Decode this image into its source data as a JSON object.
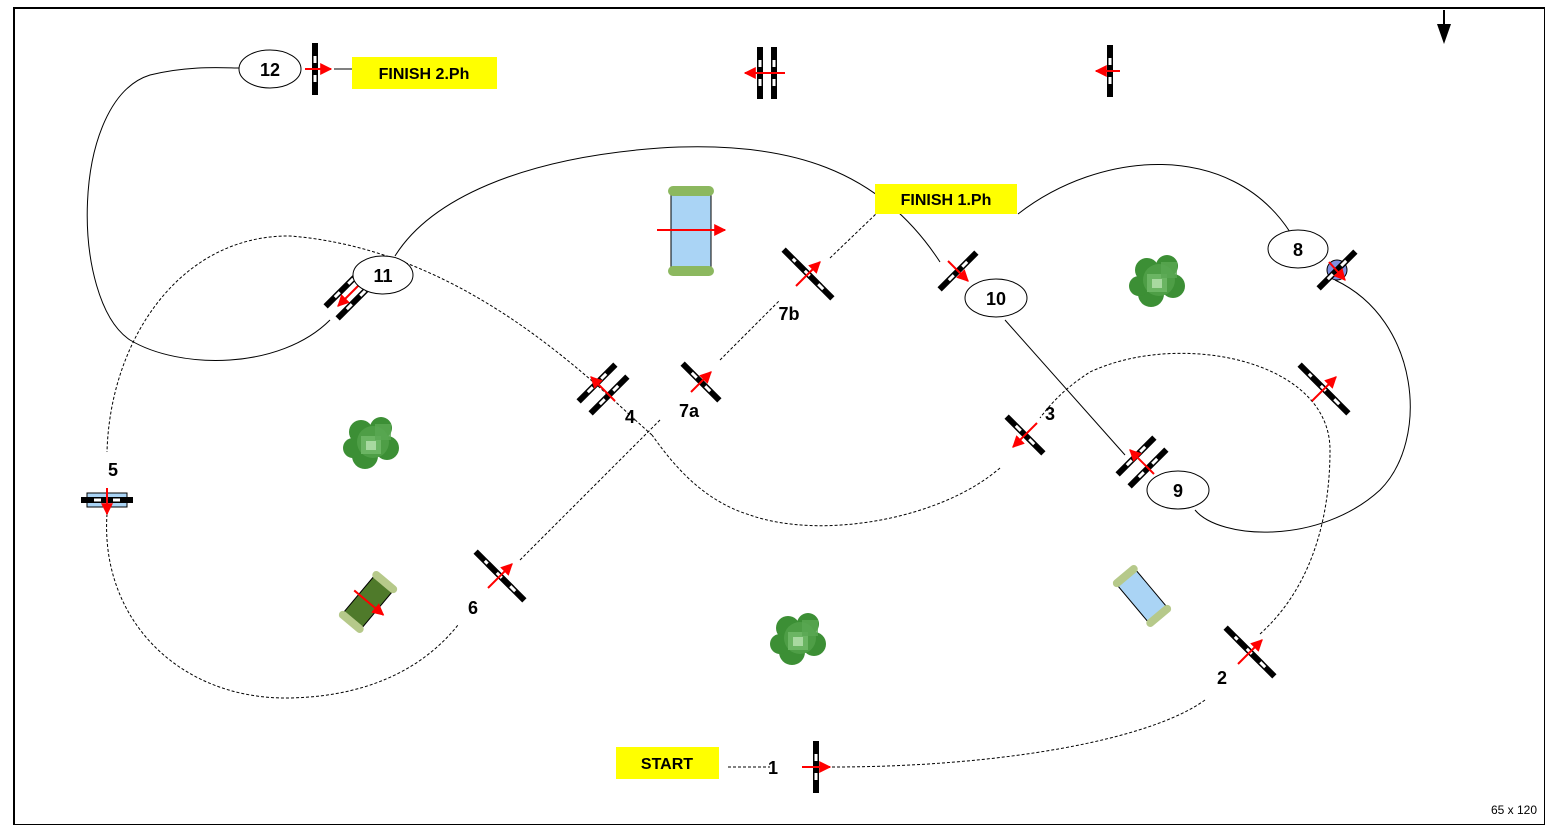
{
  "labels": {
    "start": "START",
    "finish_1": "FINISH 1.Ph",
    "finish_2": "FINISH 2.Ph",
    "arena_size": "65 x 120"
  },
  "obstacles": {
    "o1": "1",
    "o2": "2",
    "o3": "3",
    "o4": "4",
    "o5": "5",
    "o6": "6",
    "o7a": "7a",
    "o7b": "7b",
    "o8": "8",
    "o9": "9",
    "o10": "10",
    "o11": "11",
    "o12": "12"
  },
  "colors": {
    "tag_background": "#ffff00",
    "arrow": "#ff0000",
    "water": "#aad4f5",
    "tree_dark": "#3c8f35",
    "tree_light": "#8fcf86",
    "route": "#000000"
  },
  "icons": {
    "north": "north-arrow-icon",
    "tree": "tree-icon",
    "jump": "jump-fence-icon",
    "water": "water-jump-icon"
  }
}
